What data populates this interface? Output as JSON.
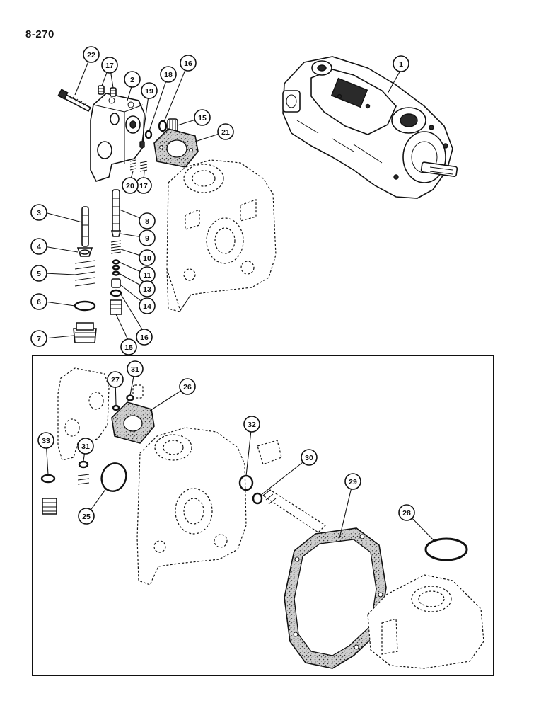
{
  "page_number": "8-270",
  "callouts": [
    {
      "label": "1"
    },
    {
      "label": "2"
    },
    {
      "label": "3"
    },
    {
      "label": "4"
    },
    {
      "label": "5"
    },
    {
      "label": "6"
    },
    {
      "label": "7"
    },
    {
      "label": "8"
    },
    {
      "label": "9"
    },
    {
      "label": "10"
    },
    {
      "label": "11"
    },
    {
      "label": "13"
    },
    {
      "label": "14"
    },
    {
      "label": "15"
    },
    {
      "label": "15"
    },
    {
      "label": "16"
    },
    {
      "label": "16"
    },
    {
      "label": "17"
    },
    {
      "label": "17"
    },
    {
      "label": "18"
    },
    {
      "label": "19"
    },
    {
      "label": "20"
    },
    {
      "label": "21"
    },
    {
      "label": "22"
    },
    {
      "label": "25"
    },
    {
      "label": "26"
    },
    {
      "label": "27"
    },
    {
      "label": "28"
    },
    {
      "label": "29"
    },
    {
      "label": "30"
    },
    {
      "label": "31"
    },
    {
      "label": "31"
    },
    {
      "label": "32"
    },
    {
      "label": "33"
    }
  ]
}
